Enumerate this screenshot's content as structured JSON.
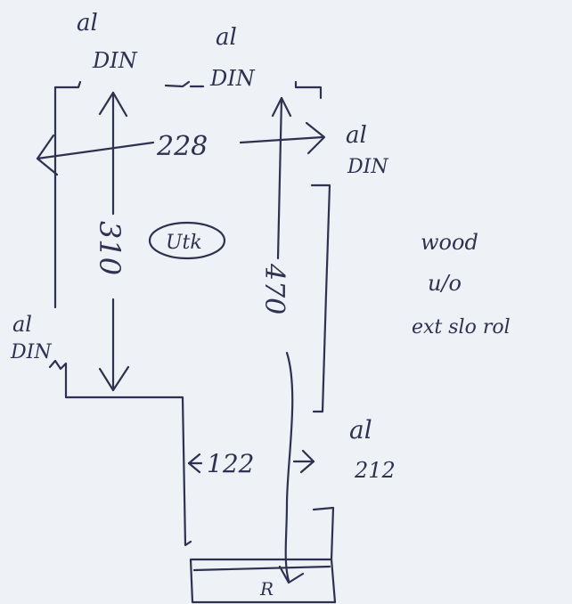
{
  "labels": {
    "top_left": [
      "al",
      "DIN"
    ],
    "top_middle": [
      "al",
      "DIN"
    ],
    "right_top": [
      "al",
      "DIN"
    ],
    "left_mid": [
      "al",
      "DIN"
    ],
    "wall_note": [
      "wood",
      "u/o",
      "ext slo rol"
    ],
    "bottom_right": [
      "al",
      "212"
    ],
    "room_code": "Utk",
    "bottom_tag": "R"
  },
  "dimensions": {
    "width_top": "228",
    "height_left": "310",
    "height_right": "470",
    "width_bottom": "122"
  },
  "colors": {
    "paper": "#eef1f6",
    "ink": "#2e3250"
  }
}
